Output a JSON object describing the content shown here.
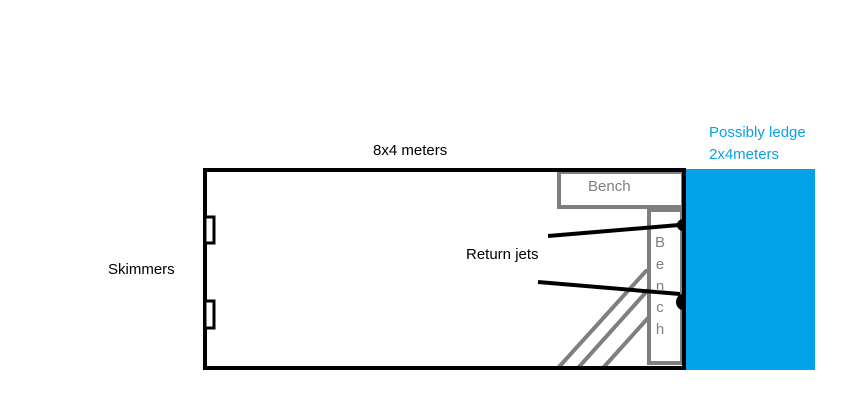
{
  "labels": {
    "pool_dimensions": "8x4 meters",
    "skimmers": "Skimmers",
    "return_jets": "Return jets",
    "ledge_line1": "Possibly ledge",
    "ledge_line2": "2x4meters",
    "bench_top": "Bench",
    "bench_side_letters": [
      "B",
      "e",
      "n",
      "c",
      "h"
    ]
  },
  "colors": {
    "pool_outline": "#000000",
    "bench_outline": "#7f7f7f",
    "ledge_fill": "#00a2e8",
    "ledge_text": "#0aa0e6",
    "label_text": "#000000"
  }
}
